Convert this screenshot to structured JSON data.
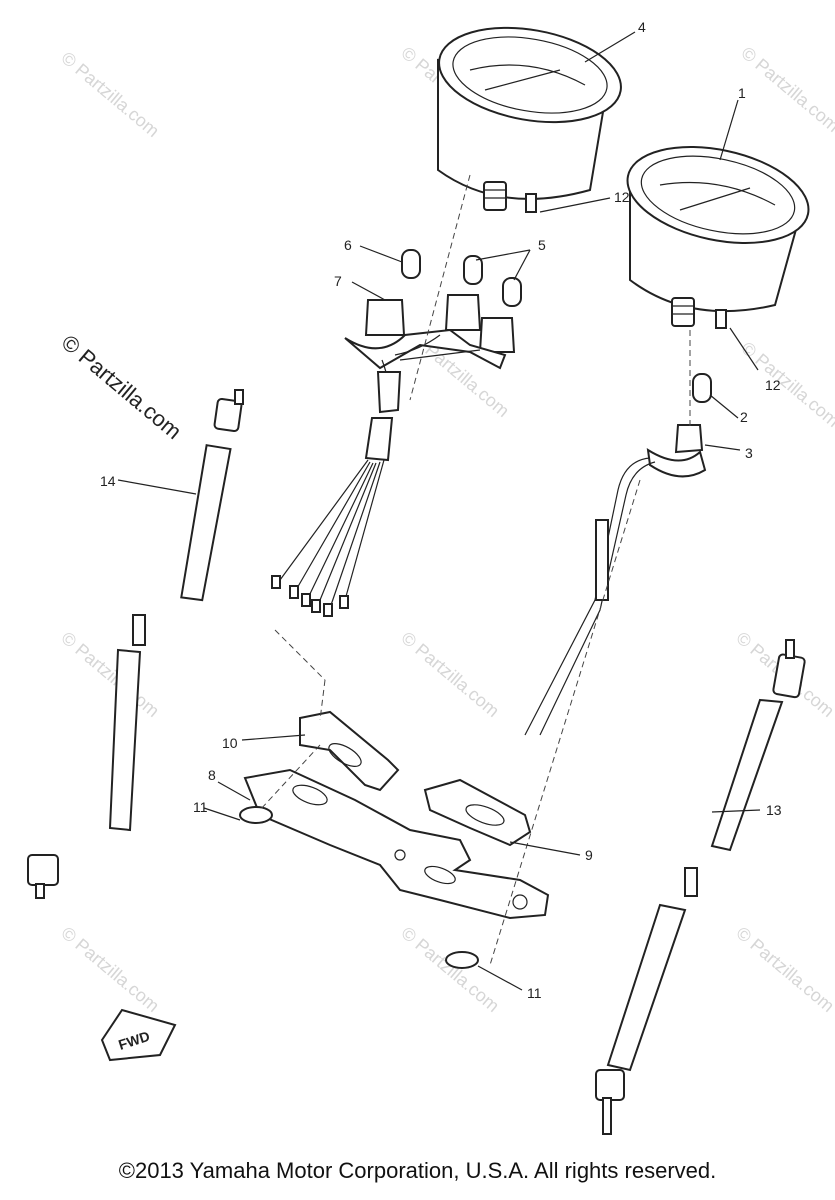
{
  "callouts": {
    "c1": "1",
    "c2": "2",
    "c3": "3",
    "c4": "4",
    "c5": "5",
    "c6": "6",
    "c7": "7",
    "c8": "8",
    "c9": "9",
    "c10": "10",
    "c11a": "11",
    "c11b": "11",
    "c12a": "12",
    "c12b": "12",
    "c13": "13",
    "c14": "14"
  },
  "fwd_label": "FWD",
  "watermark": "© Partzilla.com",
  "copyright": "©2013 Yamaha Motor Corporation, U.S.A. All rights reserved."
}
